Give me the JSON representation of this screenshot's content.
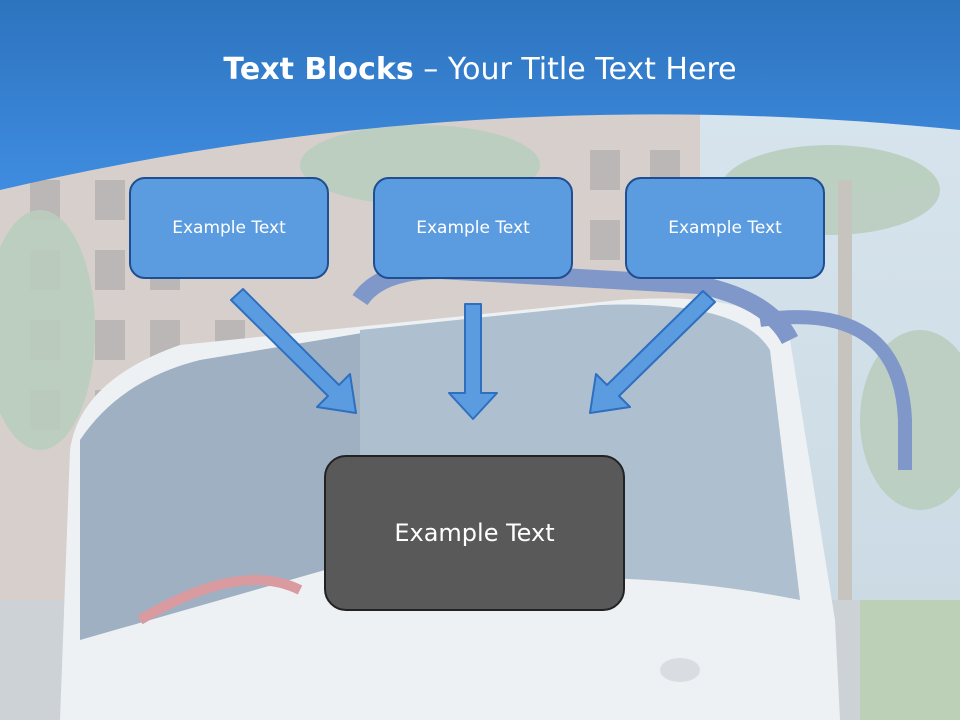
{
  "slide": {
    "title_bold": "Text Blocks",
    "title_sep": " – ",
    "title_rest": "Your Title Text Here",
    "top_boxes": [
      "Example Text",
      "Example Text",
      "Example Text"
    ],
    "main_box": "Example Text"
  },
  "colors": {
    "banner": "#3b86d6",
    "box_fill": "#5b9be0",
    "box_border": "#1f4e91",
    "main_fill": "#595959",
    "arrow_fill": "#5b9be0"
  },
  "icons": [
    "arrow-down-right-icon",
    "arrow-down-icon",
    "arrow-down-left-icon"
  ]
}
